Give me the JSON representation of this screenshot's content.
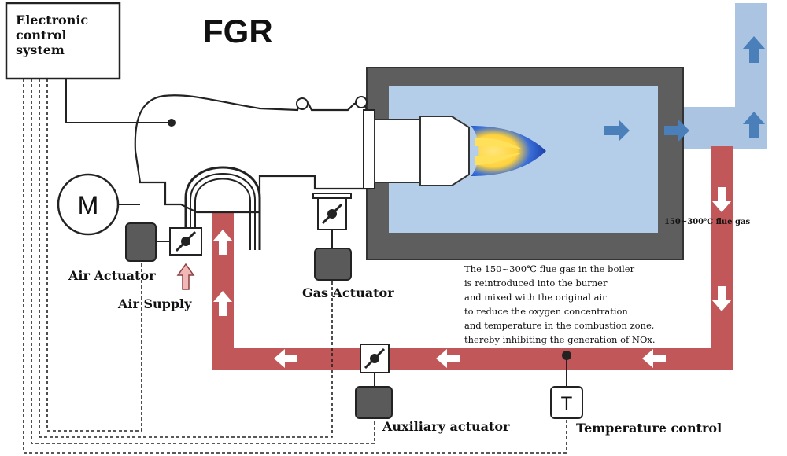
{
  "title": "FGR",
  "control_system": {
    "line1": "Electronic",
    "line2": "control",
    "line3": "system"
  },
  "motor": {
    "symbol": "M"
  },
  "labels": {
    "air_actuator": "Air Actuator",
    "air_supply": "Air Supply",
    "gas_actuator": "Gas Actuator",
    "auxiliary_actuator": "Auxiliary actuator",
    "temperature_control": "Temperature control",
    "flue_gas": "150~300℃ flue gas"
  },
  "temperature_sensor": {
    "symbol": "T"
  },
  "description": [
    "The 150~300℃ flue gas in the boiler",
    "is reintroduced into the burner",
    "and mixed with the original air",
    "to reduce the oxygen concentration",
    "and temperature in the combustion zone,",
    "thereby inhibiting the generation of NOx."
  ],
  "colors": {
    "recirculation_duct": "#c2575a",
    "exhaust_duct": "#aac4e2",
    "furnace_shell": "#5e5e5e",
    "furnace_interior": "#b4cde8",
    "actuator": "#5a5a5a",
    "flow_arrow": "#4a7fb9"
  }
}
